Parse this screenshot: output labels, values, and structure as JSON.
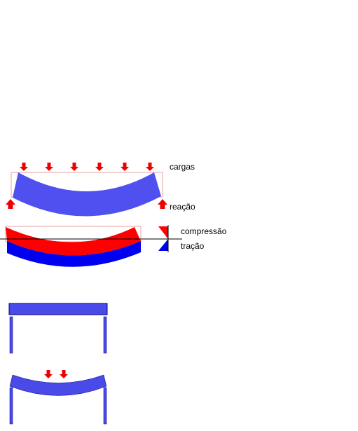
{
  "labels": {
    "loads": "cargas",
    "reaction": "reação",
    "compression": "compressão",
    "tension": "tração"
  },
  "colors": {
    "beam_blue": "#5050f0",
    "arrow_red": "#ee0000",
    "compression_red": "#ff0000",
    "tension_blue": "#0000f0",
    "outline_pink": "#e8a0a0",
    "column_blue": "#4a4ae8",
    "outline_dark": "#000080"
  }
}
